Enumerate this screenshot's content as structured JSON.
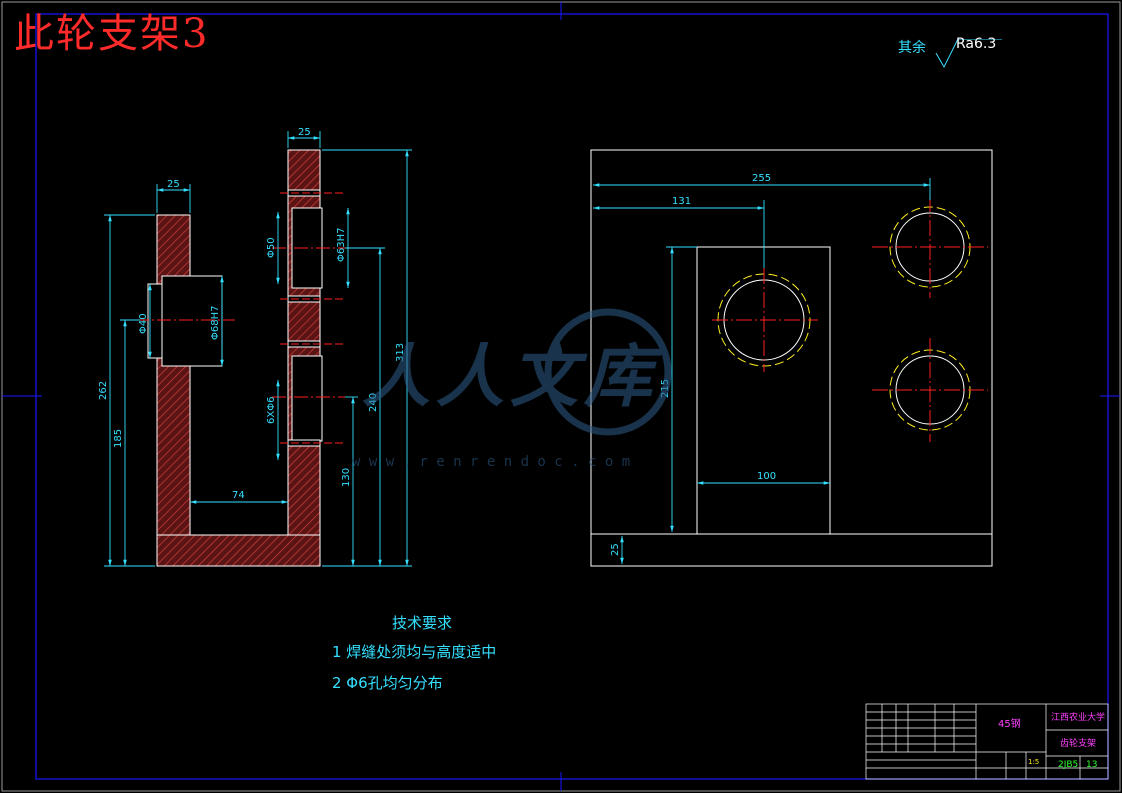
{
  "drawing": {
    "title": "此轮支架3",
    "roughness_label": "其余",
    "roughness_value": "Ra6.3",
    "watermark_text": "人人文库",
    "watermark_url": "w w w . r e n r e n d o c . c o m"
  },
  "dimensions": {
    "side_top_width": "25",
    "side_left_width": "25",
    "phi50": "Φ50",
    "phi63": "Φ63H7",
    "phi40": "Φ40",
    "phi68": "Φ68H7",
    "holes": "6XΦ6",
    "inner_width": "74",
    "h262": "262",
    "h185": "185",
    "h313": "313",
    "h240": "240",
    "h130": "130",
    "front_255": "255",
    "front_131": "131",
    "front_215": "215",
    "front_100": "100",
    "front_25": "25"
  },
  "notes": {
    "heading": "技术要求",
    "line1": "1  焊缝处须均与高度适中",
    "line2": "2  Φ6孔均匀分布"
  },
  "title_block": {
    "material": "45钢",
    "school": "江西农业大学",
    "part_name": "齿轮支架",
    "code": "2JB5",
    "sheet": "13",
    "scale": "1:5"
  },
  "colors": {
    "dim": "#34e0ff",
    "outline": "#ffffff",
    "hatch": "#c23a3a",
    "center": "#ff2020",
    "hidden": "#ffee22",
    "frame": "#1818ff",
    "magenta": "#ff40ff"
  }
}
